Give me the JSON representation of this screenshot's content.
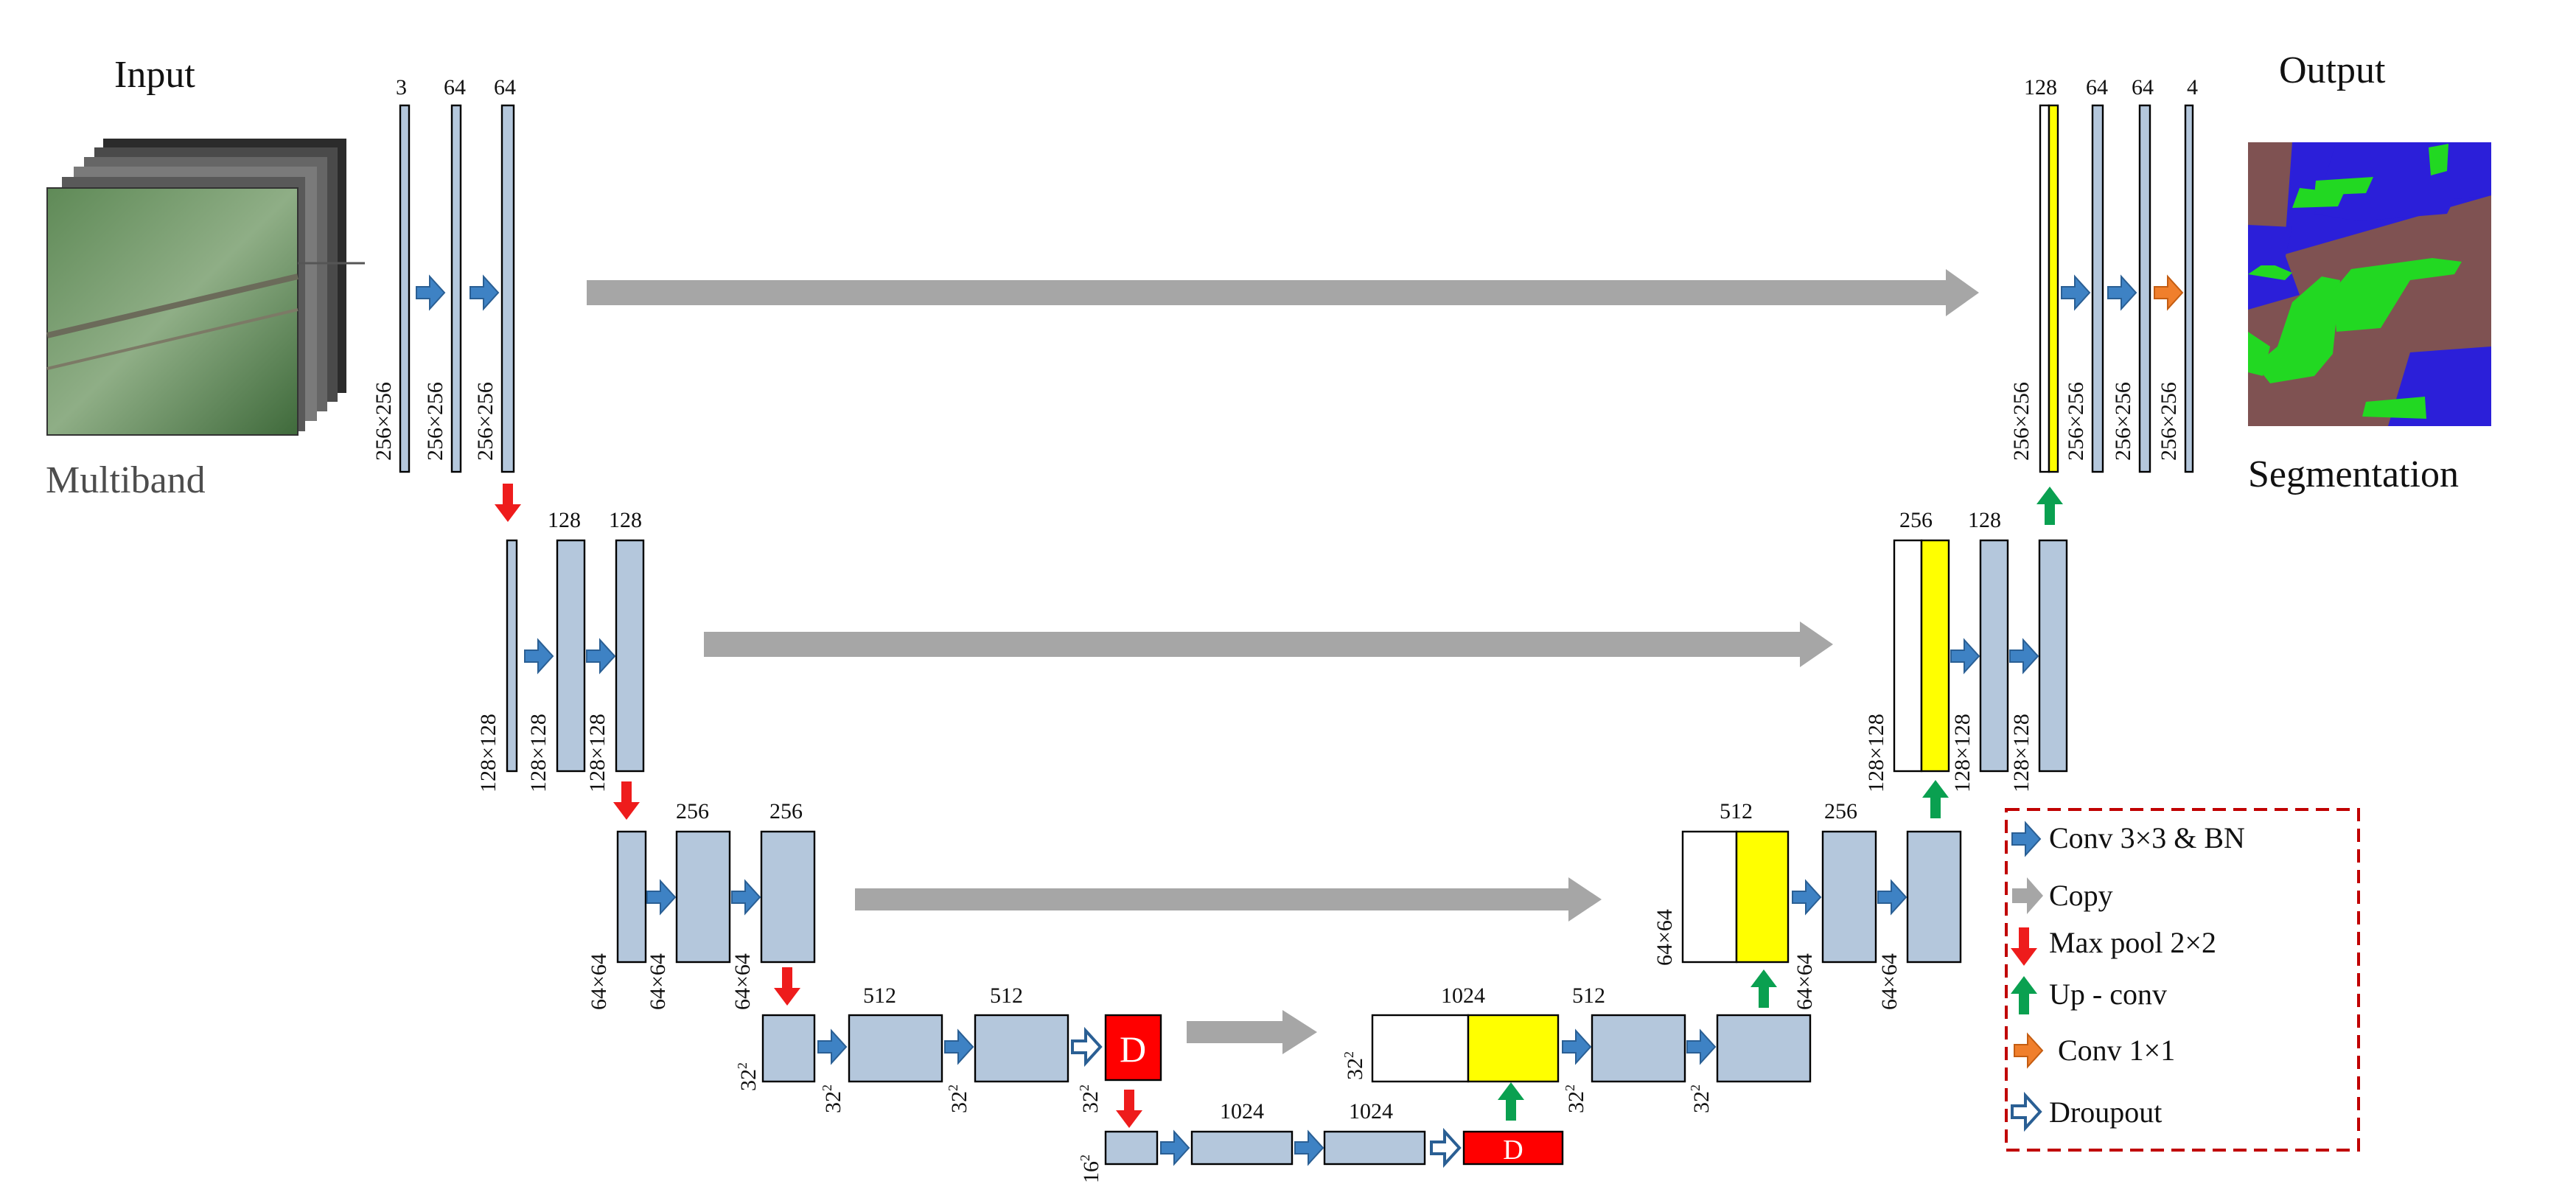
{
  "titles": {
    "input": "Input",
    "input_sub": "Multiband",
    "output": "Output",
    "output_sub": "Segmentation"
  },
  "channels": {
    "c3": "3",
    "c4": "4",
    "c64": "64",
    "c128": "128",
    "c256": "256",
    "c512": "512",
    "c1024": "1024"
  },
  "sizes": {
    "s256": "256×256",
    "s128": "128×128",
    "s64": "64×64",
    "s32": "32",
    "s16": "16",
    "sq": "2"
  },
  "dropout_mark": "D",
  "legend": {
    "conv": "Conv 3×3 & BN",
    "copy": "Copy",
    "maxpool": "Max pool 2×2",
    "upconv": "Up - conv",
    "conv1": "Conv 1×1",
    "dropout": "Droupout"
  },
  "colors": {
    "feature_map": "#b4c7dc",
    "concat_map": "#ffff00",
    "dropout": "#ff0000",
    "conv_arrow": "#3e82c4",
    "copy_arrow": "#a6a6a6",
    "maxpool_arrow": "#ee1c1c",
    "upconv_arrow": "#0aa050",
    "conv1_arrow": "#f07f2c",
    "legend_border": "#c00000"
  }
}
